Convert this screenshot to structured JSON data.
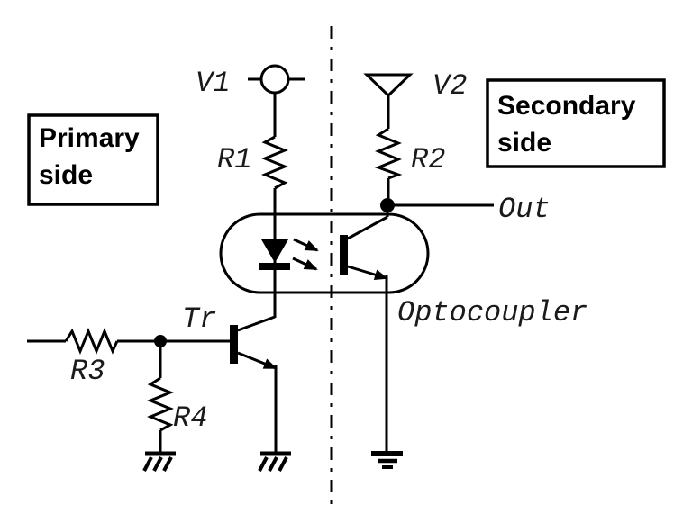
{
  "diagram_type": "circuit-schematic",
  "colors": {
    "ink": "#000000",
    "background": "#ffffff"
  },
  "labels": {
    "v1": "V1",
    "r1": "R1",
    "v2": "V2",
    "r2": "R2",
    "out": "Out",
    "optocoupler": "Optocoupler",
    "tr": "Tr",
    "r3": "R3",
    "r4": "R4"
  },
  "regions": {
    "primary": {
      "lines": [
        "Primary",
        "side"
      ]
    },
    "secondary": {
      "lines": [
        "Secondary",
        "side"
      ]
    }
  },
  "symbols": [
    "voltage-source-circle-icon",
    "supply-triangle-icon",
    "resistor-zigzag-icon",
    "led-icon",
    "light-arrows-icon",
    "phototransistor-icon",
    "npn-transistor-icon",
    "optocoupler-body-icon",
    "isolation-divider-icon",
    "junction-dot-icon",
    "chassis-ground-icon",
    "earth-ground-icon"
  ]
}
